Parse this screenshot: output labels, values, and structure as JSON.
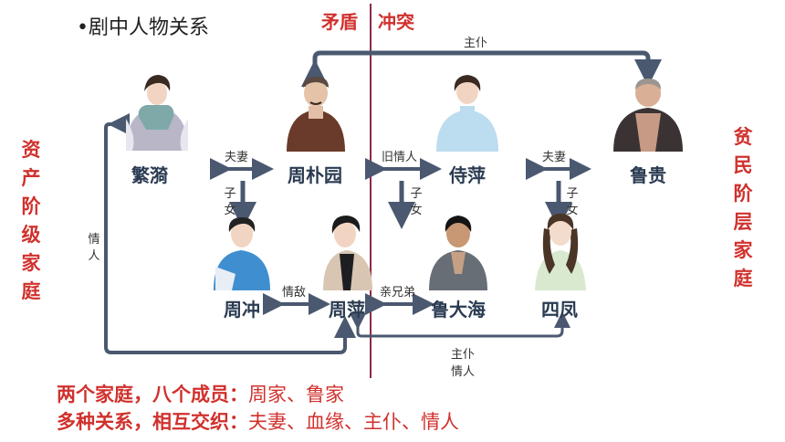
{
  "title": "•剧中人物关系",
  "top": {
    "left": "矛盾",
    "right": "冲突"
  },
  "side": {
    "left": "资产阶级家庭",
    "right": "贫民阶层家庭"
  },
  "people": {
    "fanyi": "繁漪",
    "zhoupuyuan": "周朴园",
    "shiping": "侍萍",
    "lugui": "鲁贵",
    "zhouchong": "周冲",
    "zhouping": "周萍",
    "ludahai": "鲁大海",
    "sifeng": "四凤"
  },
  "relations": {
    "fuqi1": "夫妻",
    "fuqi2": "夫妻",
    "jiuqingren": "旧情人",
    "zhupu_top": "主仆",
    "zinv1": "子女",
    "zinv2": "子女",
    "zinv3": "子女",
    "qingren_left": "情人",
    "qingdi": "情敌",
    "qinxiongdi": "亲兄弟",
    "zhupu_bottom": "主仆",
    "qingren_bottom": "情人"
  },
  "summary": {
    "line1_a": "两个家庭，八个成员：",
    "line1_b": "周家、鲁家",
    "line2_a": "多种关系，相互交织：",
    "line2_b": "夫妻、血缘、主仆、情人"
  },
  "colors": {
    "arrow": "#4a5870",
    "red": "#d0312d",
    "divider": "#8b2a4a"
  }
}
